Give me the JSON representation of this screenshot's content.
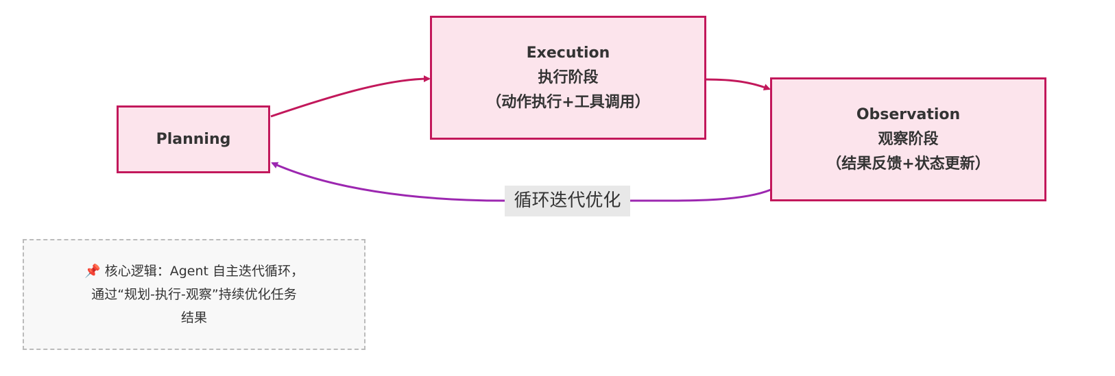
{
  "nodes": {
    "planning": {
      "label": "Planning"
    },
    "execution": {
      "title": "Execution",
      "subtitle": "执行阶段",
      "detail": "（动作执行+工具调用）"
    },
    "observation": {
      "title": "Observation",
      "subtitle": "观察阶段",
      "detail": "（结果反馈+状态更新）"
    }
  },
  "edges": {
    "loop_label": "循环迭代优化"
  },
  "note": {
    "icon": "pushpin-icon",
    "line1": "核心逻辑：Agent 自主迭代循环，",
    "line2": "通过“规划-执行-观察”持续优化任务",
    "line3": "结果"
  },
  "colors": {
    "node_border": "#c2185b",
    "node_fill": "#fce4ec",
    "loop_edge": "#9c27b0"
  }
}
